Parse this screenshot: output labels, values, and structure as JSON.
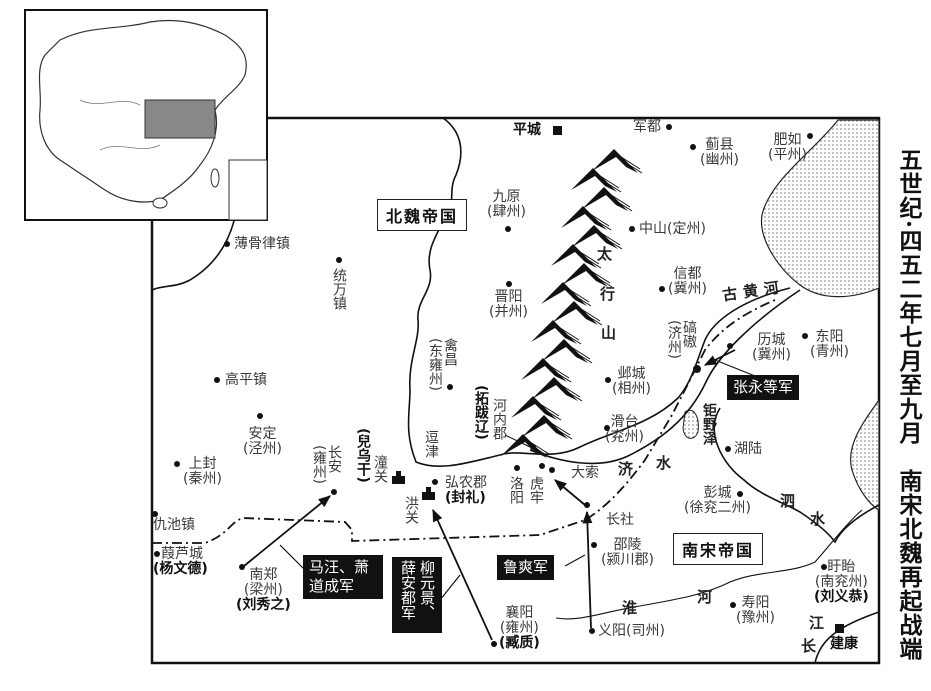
{
  "title": "五世纪·四五二年七月至九月　南宋北魏再起战端",
  "regions": {
    "north": "北魏帝国",
    "south": "南宋帝国"
  },
  "mountain": {
    "c1": "太",
    "c2": "行",
    "c3": "山"
  },
  "rivers": {
    "huanghe": "古黄河",
    "ji1": "济",
    "ji2": "水",
    "si1": "泗",
    "si2": "水",
    "huai1": "淮",
    "huai2": "河",
    "jiang1": "江",
    "jiang2": "长",
    "juye": "钜野泽"
  },
  "armies": {
    "zhangyong": "张永等军",
    "lushuang": "鲁爽军",
    "mawang": "马汪、萧道成军",
    "liuyuanjing": "柳元景、薛安都军"
  },
  "places": {
    "pingcheng": {
      "name": "平城"
    },
    "jundu": {
      "name": "军都"
    },
    "jixian": {
      "name": "蓟县",
      "sub": "(幽州)"
    },
    "feiru": {
      "name": "肥如",
      "sub": "(平州)"
    },
    "jiuyuan": {
      "name": "九原",
      "sub": "(肆州)"
    },
    "zhongshan": {
      "name": "中山(定州)"
    },
    "boguluzhen": {
      "name": "薄骨律镇"
    },
    "tongwanzhen": {
      "name": "统万镇"
    },
    "jinyang": {
      "name": "晋阳",
      "sub": "(并州)"
    },
    "xindu": {
      "name": "信都",
      "sub": "(冀州)"
    },
    "qiaoao": {
      "name": "碻磝",
      "sub": "(济州)"
    },
    "licheng": {
      "name": "历城",
      "sub": "(冀州)"
    },
    "dongyang": {
      "name": "东阳",
      "sub": "(青州)"
    },
    "yecheng": {
      "name": "邺城",
      "sub": "(相州)"
    },
    "gaopingzhen": {
      "name": "高平镇"
    },
    "qinchang": {
      "name": "禽昌",
      "sub": "(东雍州)"
    },
    "tuobaliao": {
      "name": "(拓跋辽)"
    },
    "heneijun": {
      "name": "河内郡"
    },
    "anding": {
      "name": "安定",
      "sub": "(泾州)"
    },
    "shangfeng": {
      "name": "上封",
      "sub": "(秦州)"
    },
    "changan": {
      "name": "长安",
      "sub": "(雍州)"
    },
    "erwugan": {
      "name": "(兒乌干)"
    },
    "tongguan": {
      "name": "潼关"
    },
    "doujin": {
      "name": "逗津"
    },
    "hongnong": {
      "name": "弘农郡",
      "sub": "(封礼)"
    },
    "hongguan": {
      "name": "洪关"
    },
    "luoyang": {
      "name": "洛阳"
    },
    "hulao": {
      "name": "虎牢"
    },
    "dasuo": {
      "name": "大索"
    },
    "huatai": {
      "name": "滑台",
      "sub": "(兖州)"
    },
    "hulu": {
      "name": "湖陆"
    },
    "pengcheng": {
      "name": "彭城",
      "sub": "(徐兖二州)"
    },
    "changshe": {
      "name": "长社"
    },
    "qiuchizhen": {
      "name": "仇池镇"
    },
    "jialucheng": {
      "name": "葭芦城",
      "sub": "(杨文德)"
    },
    "shaoling": {
      "name": "邵陵",
      "sub": "(颍川郡)"
    },
    "nanzheng": {
      "name": "南郑",
      "sub": "(梁州)",
      "sub2": "(刘秀之)"
    },
    "xuyi": {
      "name": "盱眙",
      "sub": "(南兖州)",
      "sub2": "(刘义恭)"
    },
    "shouyang": {
      "name": "寿阳",
      "sub": "(豫州)"
    },
    "xiangyang": {
      "name": "襄阳",
      "sub": "(雍州)",
      "sub2": "(臧质)"
    },
    "yiyang": {
      "name": "义阳(司州)"
    },
    "jiankang": {
      "name": "建康"
    }
  }
}
